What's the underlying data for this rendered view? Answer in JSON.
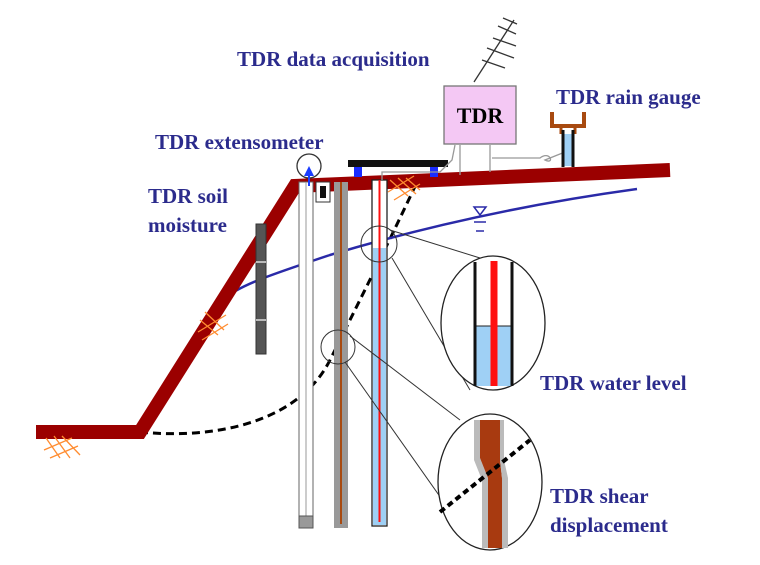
{
  "diagram": {
    "title": "TDR slope monitoring system",
    "labels": {
      "data_acquisition": "TDR data acquisition",
      "rain_gauge": "TDR rain gauge",
      "extensometer": "TDR extensometer",
      "soil_moisture_line1": "TDR soil",
      "soil_moisture_line2": "moisture",
      "water_level": "TDR water level",
      "shear_line1": "TDR shear",
      "shear_line2": "displacement",
      "tdr_box": "TDR"
    },
    "colors": {
      "ground": "#9b0000",
      "label": "#2b2b8c",
      "water_table": "#2a2aa8",
      "water": "#9fd0f5",
      "probe_red": "#ff1010",
      "cable_brown": "#a84a10",
      "tdr_box_fill": "#f4c8f4",
      "hatch": "#ff8c30",
      "rain_gauge": "#a84a10"
    }
  }
}
